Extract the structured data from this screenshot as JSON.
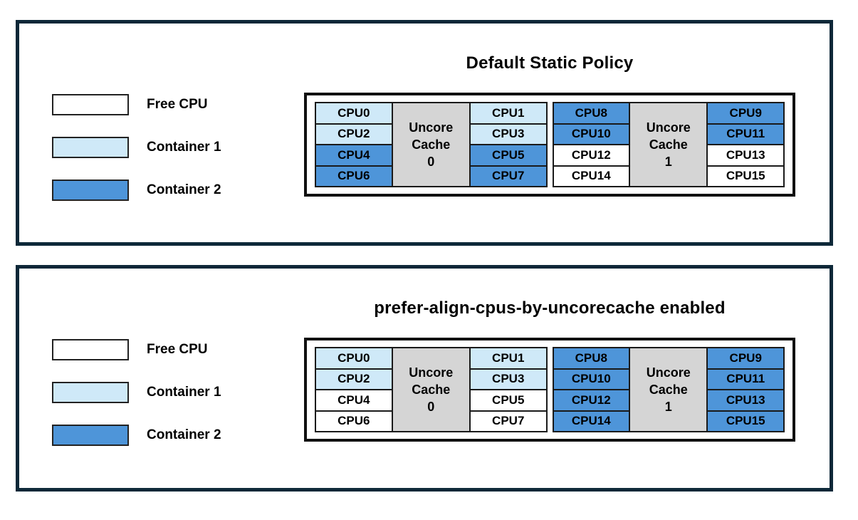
{
  "colors": {
    "free": "#ffffff",
    "container1": "#cfe9f8",
    "container2": "#4e95d9",
    "cache": "#d5d5d5",
    "panel_border": "#0d2838",
    "cell_border": "#1a1a1a"
  },
  "legend": {
    "items": [
      {
        "label": "Free CPU",
        "state": "free"
      },
      {
        "label": "Container 1",
        "state": "container1"
      },
      {
        "label": "Container 2",
        "state": "container2"
      }
    ]
  },
  "panels": [
    {
      "title": "Default Static Policy",
      "groups": [
        {
          "cache_label": "Uncore\nCache\n0",
          "left": [
            {
              "label": "CPU0",
              "state": "container1"
            },
            {
              "label": "CPU2",
              "state": "container1"
            },
            {
              "label": "CPU4",
              "state": "container2"
            },
            {
              "label": "CPU6",
              "state": "container2"
            }
          ],
          "right": [
            {
              "label": "CPU1",
              "state": "container1"
            },
            {
              "label": "CPU3",
              "state": "container1"
            },
            {
              "label": "CPU5",
              "state": "container2"
            },
            {
              "label": "CPU7",
              "state": "container2"
            }
          ]
        },
        {
          "cache_label": "Uncore\nCache\n1",
          "left": [
            {
              "label": "CPU8",
              "state": "container2"
            },
            {
              "label": "CPU10",
              "state": "container2"
            },
            {
              "label": "CPU12",
              "state": "free"
            },
            {
              "label": "CPU14",
              "state": "free"
            }
          ],
          "right": [
            {
              "label": "CPU9",
              "state": "container2"
            },
            {
              "label": "CPU11",
              "state": "container2"
            },
            {
              "label": "CPU13",
              "state": "free"
            },
            {
              "label": "CPU15",
              "state": "free"
            }
          ]
        }
      ]
    },
    {
      "title": "prefer-align-cpus-by-uncorecache enabled",
      "groups": [
        {
          "cache_label": "Uncore\nCache\n0",
          "left": [
            {
              "label": "CPU0",
              "state": "container1"
            },
            {
              "label": "CPU2",
              "state": "container1"
            },
            {
              "label": "CPU4",
              "state": "free"
            },
            {
              "label": "CPU6",
              "state": "free"
            }
          ],
          "right": [
            {
              "label": "CPU1",
              "state": "container1"
            },
            {
              "label": "CPU3",
              "state": "container1"
            },
            {
              "label": "CPU5",
              "state": "free"
            },
            {
              "label": "CPU7",
              "state": "free"
            }
          ]
        },
        {
          "cache_label": "Uncore\nCache\n1",
          "left": [
            {
              "label": "CPU8",
              "state": "container2"
            },
            {
              "label": "CPU10",
              "state": "container2"
            },
            {
              "label": "CPU12",
              "state": "container2"
            },
            {
              "label": "CPU14",
              "state": "container2"
            }
          ],
          "right": [
            {
              "label": "CPU9",
              "state": "container2"
            },
            {
              "label": "CPU11",
              "state": "container2"
            },
            {
              "label": "CPU13",
              "state": "container2"
            },
            {
              "label": "CPU15",
              "state": "container2"
            }
          ]
        }
      ]
    }
  ]
}
